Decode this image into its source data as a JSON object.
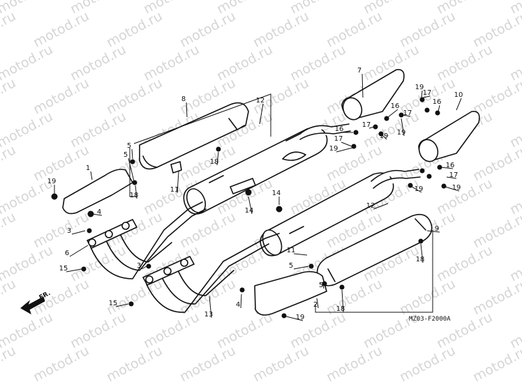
{
  "watermark": "motod.ru",
  "diagram_code": "MZ03-F2000A",
  "front_marker": "FR.",
  "callouts": [
    {
      "n": "1"
    },
    {
      "n": "2"
    },
    {
      "n": "3"
    },
    {
      "n": "3"
    },
    {
      "n": "4"
    },
    {
      "n": "4"
    },
    {
      "n": "5"
    },
    {
      "n": "5"
    },
    {
      "n": "5"
    },
    {
      "n": "5"
    },
    {
      "n": "6"
    },
    {
      "n": "7"
    },
    {
      "n": "8"
    },
    {
      "n": "9"
    },
    {
      "n": "10"
    },
    {
      "n": "11"
    },
    {
      "n": "11"
    },
    {
      "n": "12"
    },
    {
      "n": "12"
    },
    {
      "n": "13"
    },
    {
      "n": "14"
    },
    {
      "n": "14"
    },
    {
      "n": "15"
    },
    {
      "n": "15"
    },
    {
      "n": "16"
    },
    {
      "n": "16"
    },
    {
      "n": "16"
    },
    {
      "n": "16"
    },
    {
      "n": "17"
    },
    {
      "n": "17"
    },
    {
      "n": "17"
    },
    {
      "n": "17"
    },
    {
      "n": "17"
    },
    {
      "n": "18"
    },
    {
      "n": "18"
    },
    {
      "n": "18"
    },
    {
      "n": "18"
    },
    {
      "n": "19"
    },
    {
      "n": "19"
    },
    {
      "n": "19"
    },
    {
      "n": "19"
    },
    {
      "n": "19"
    },
    {
      "n": "19"
    },
    {
      "n": "19"
    },
    {
      "n": "19"
    }
  ]
}
